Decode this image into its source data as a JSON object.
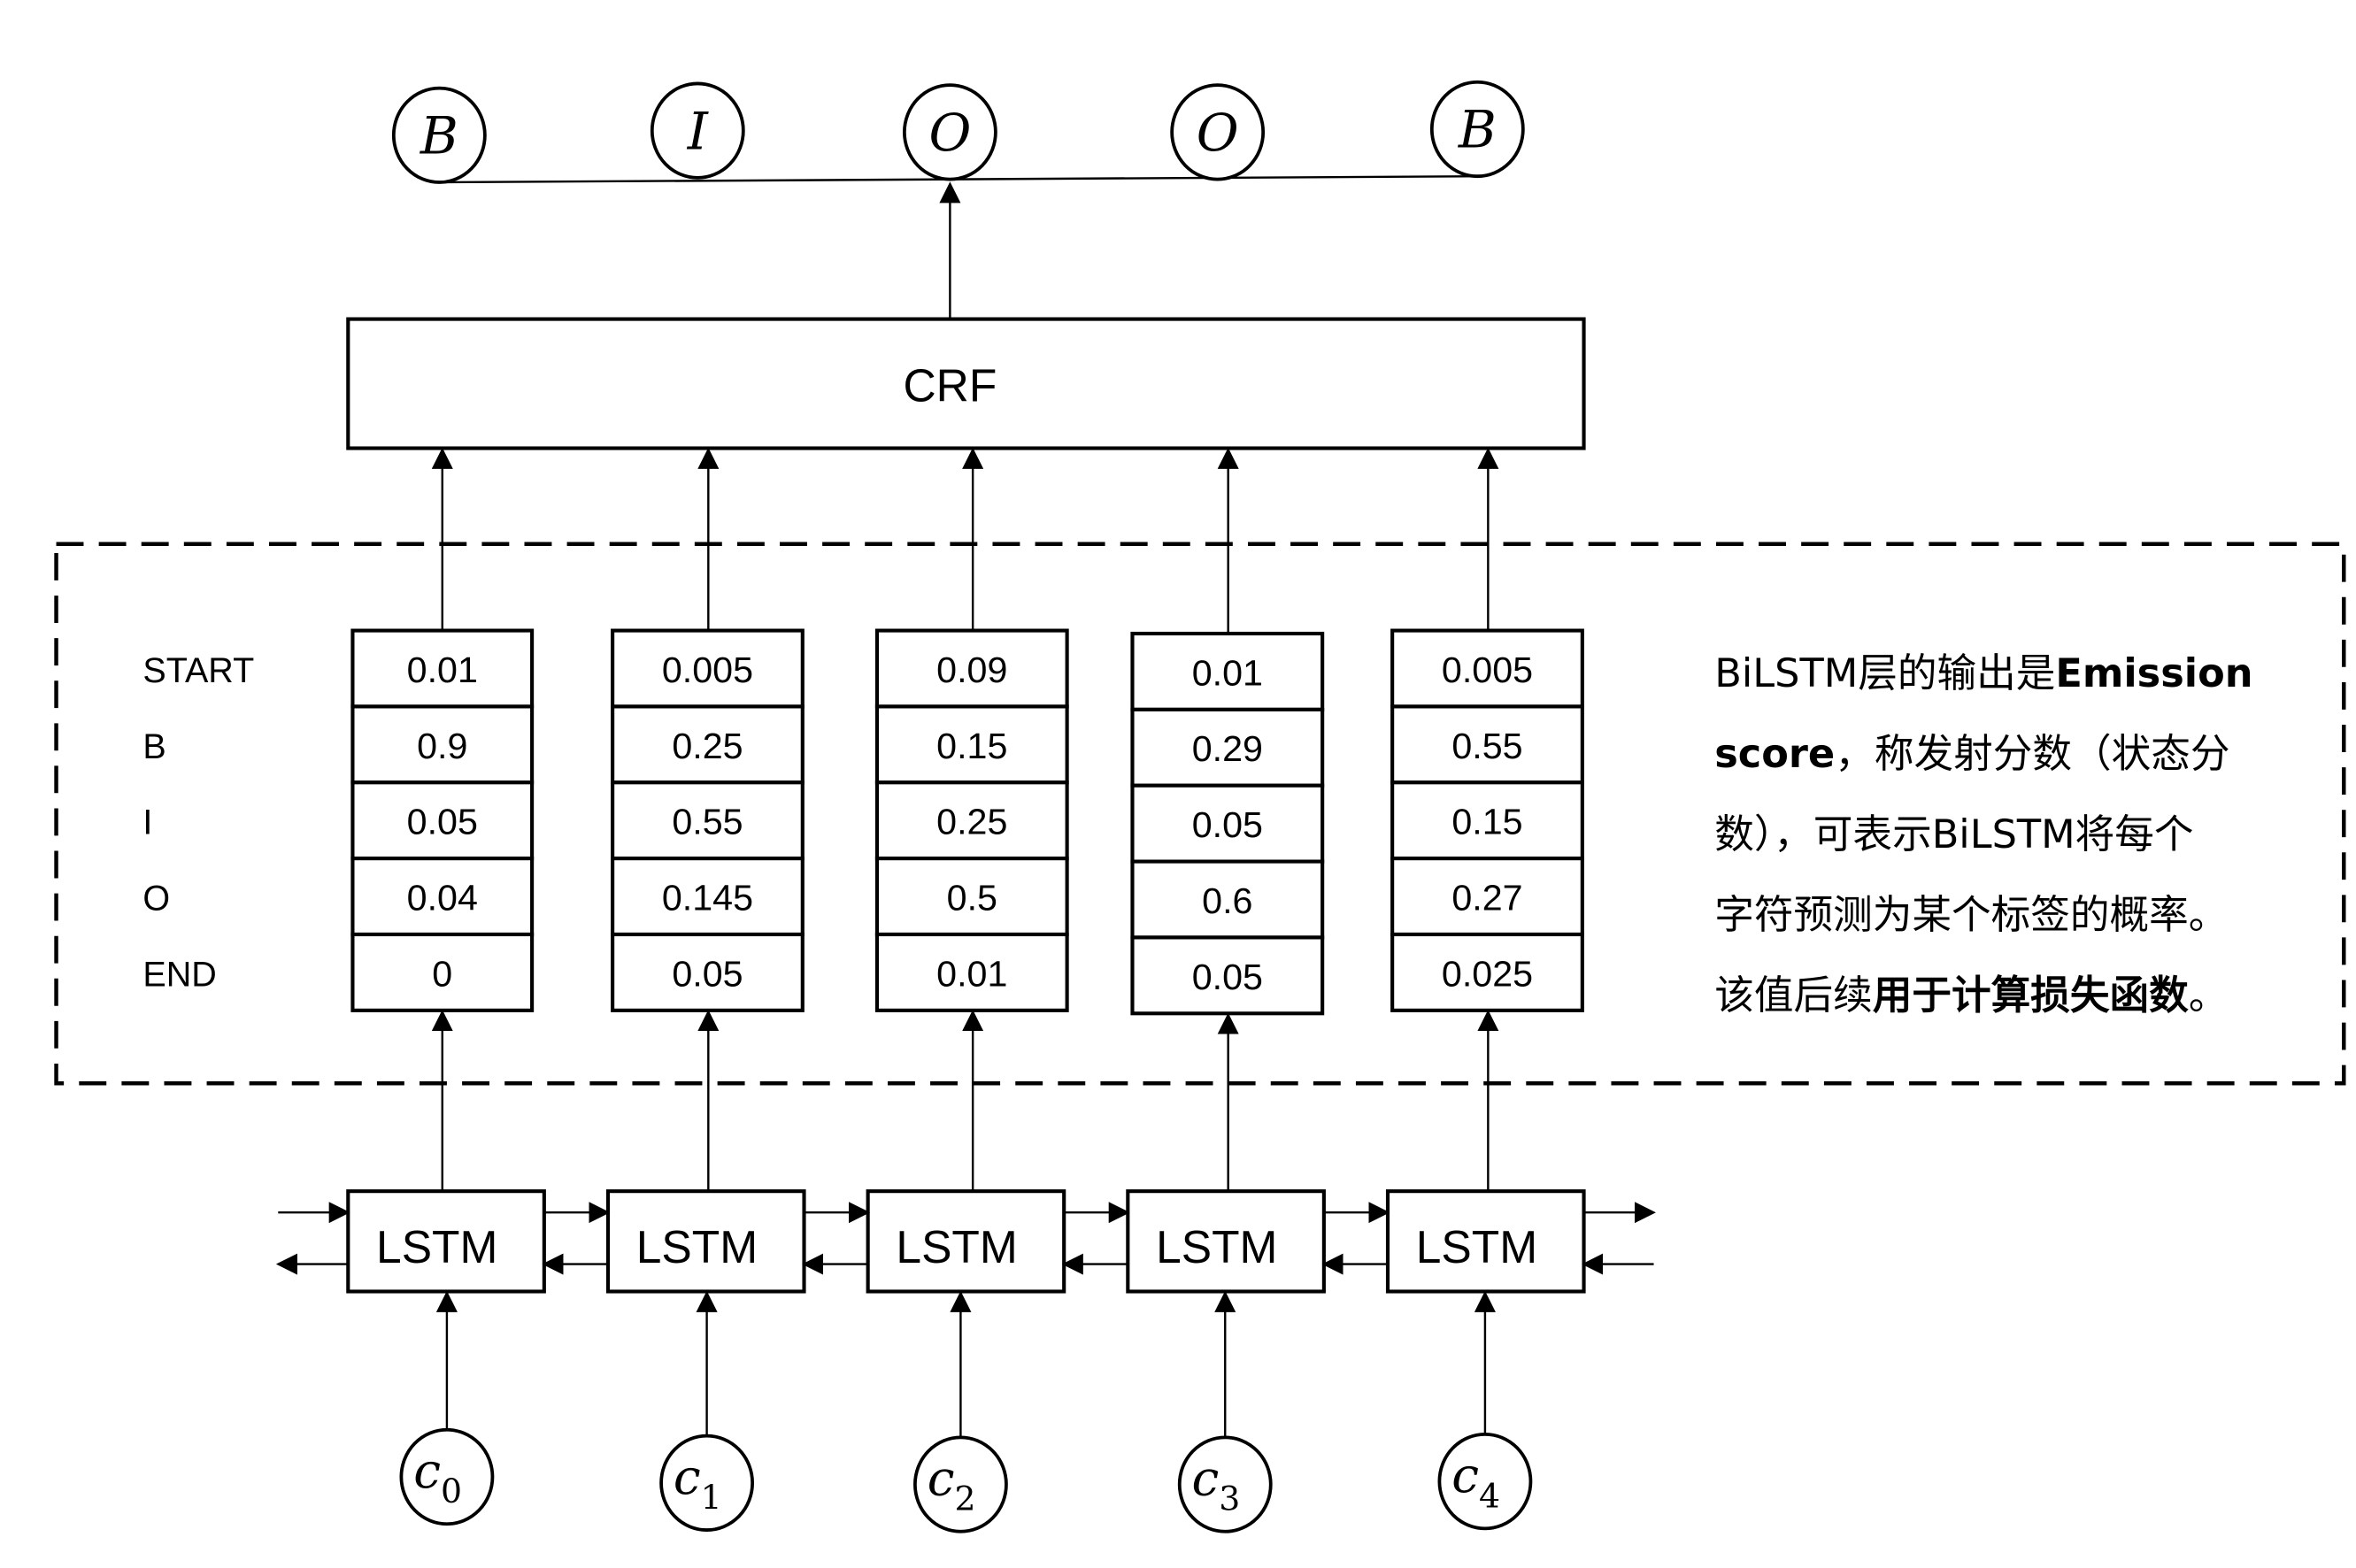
{
  "output_tags": [
    {
      "label": "B"
    },
    {
      "label": "I"
    },
    {
      "label": "O"
    },
    {
      "label": "O"
    },
    {
      "label": "B"
    }
  ],
  "crf": {
    "label": "CRF"
  },
  "emission": {
    "row_labels": [
      "START",
      "B",
      "I",
      "O",
      "END"
    ],
    "columns": [
      {
        "values": [
          "0.01",
          "0.9",
          "0.05",
          "0.04",
          "0"
        ]
      },
      {
        "values": [
          "0.005",
          "0.25",
          "0.55",
          "0.145",
          "0.05"
        ]
      },
      {
        "values": [
          "0.09",
          "0.15",
          "0.25",
          "0.5",
          "0.01"
        ]
      },
      {
        "values": [
          "0.01",
          "0.29",
          "0.05",
          "0.6",
          "0.05"
        ]
      },
      {
        "values": [
          "0.005",
          "0.55",
          "0.15",
          "0.27",
          "0.025"
        ]
      }
    ]
  },
  "description": {
    "lines": [
      [
        {
          "text": "BiLSTM层的输出是",
          "bold": false
        },
        {
          "text": "Emission",
          "bold": true
        }
      ],
      [
        {
          "text": "score",
          "bold": true
        },
        {
          "text": "，称发射分数（状态分",
          "bold": false
        }
      ],
      [
        {
          "text": "数），可表示BiLSTM将每个",
          "bold": false
        }
      ],
      [
        {
          "text": "字符预测为某个标签的概率。",
          "bold": false
        }
      ],
      [
        {
          "text": "该值后续",
          "bold": false
        },
        {
          "text": "用于计算损失函数",
          "bold": true
        },
        {
          "text": "。",
          "bold": false
        }
      ]
    ]
  },
  "lstm_cells": [
    {
      "label": "LSTM"
    },
    {
      "label": "LSTM"
    },
    {
      "label": "LSTM"
    },
    {
      "label": "LSTM"
    },
    {
      "label": "LSTM"
    }
  ],
  "inputs": [
    {
      "base": "c",
      "sub": "0"
    },
    {
      "base": "c",
      "sub": "1"
    },
    {
      "base": "c",
      "sub": "2"
    },
    {
      "base": "c",
      "sub": "3"
    },
    {
      "base": "c",
      "sub": "4"
    }
  ]
}
